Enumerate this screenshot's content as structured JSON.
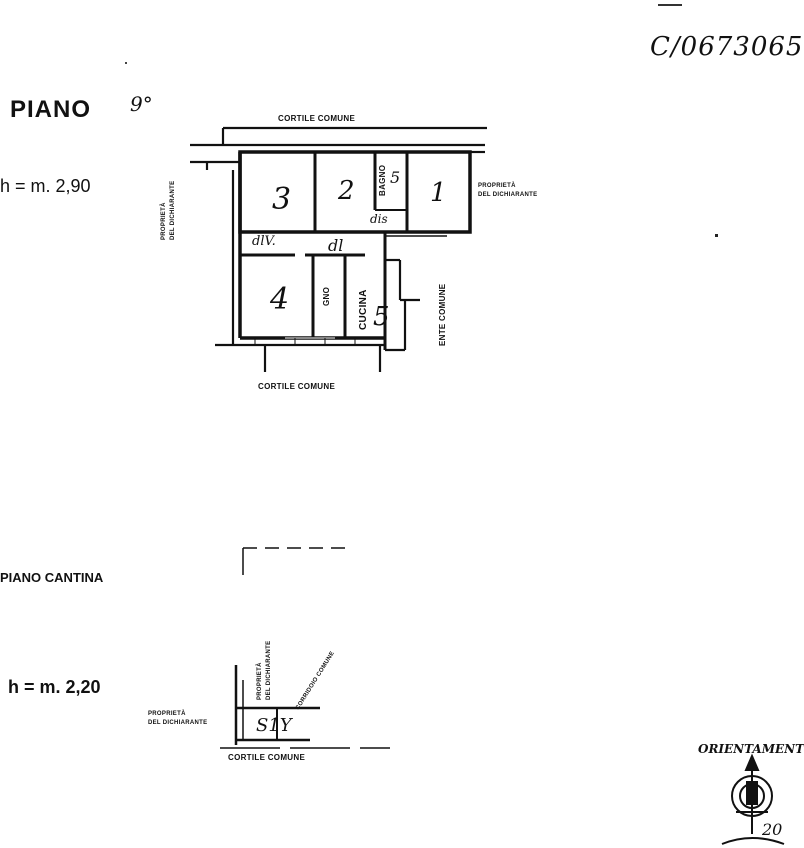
{
  "header": {
    "ref_code": "C/0673065"
  },
  "floor_upper": {
    "title": "PIANO",
    "floor_number": "9°",
    "height_label": "h = m. 2,90",
    "courtyard_top": "CORTILE COMUNE",
    "courtyard_bottom": "CORTILE COMUNE",
    "left_label_1": "PROPRIETÀ",
    "left_label_2": "DEL DICHIARANTE",
    "right_label_1": "PROPRIETÀ",
    "right_label_2": "DEL DICHIARANTE",
    "ente_comune": "ENTE COMUNE",
    "rooms": {
      "r1": "1",
      "r2": "2",
      "r3": "3",
      "r4": "4",
      "r5": "5",
      "bagno_top": "BAGNO",
      "bagno_top_num": "5",
      "bagno_left": "GNO",
      "cucina": "CUCINA",
      "disimpegno": "dis",
      "altro1": "dlV.",
      "altro2": "dl"
    }
  },
  "floor_cellar": {
    "title": "PIANO CANTINA",
    "height_label": "h = m. 2,20",
    "left_label_1": "PROPRIETÀ",
    "left_label_2": "DEL DICHIARANTE",
    "vert_label_1": "PROPRIETÀ",
    "vert_label_2": "DEL DICHIARANTE",
    "corridor": "CORRIDOIO COMUNE",
    "courtyard": "CORTILE COMUNE",
    "room_label": "S1Y"
  },
  "orientation": {
    "label": "ORIENTAMENTO",
    "stamp_number": "20"
  }
}
